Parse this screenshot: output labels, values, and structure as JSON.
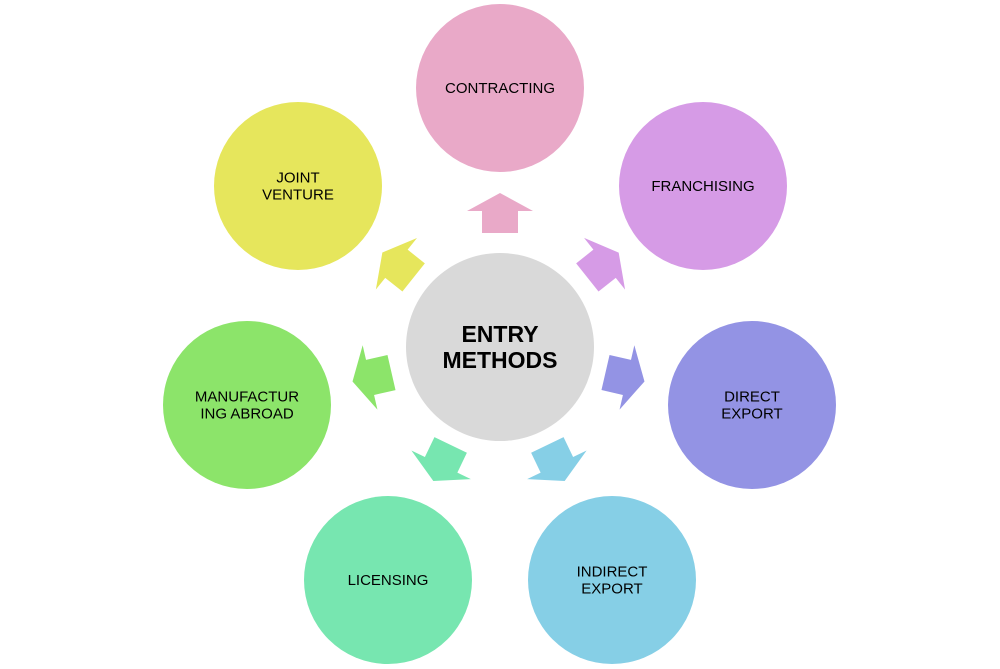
{
  "center": {
    "lines": [
      "ENTRY",
      "METHODS"
    ],
    "color": "#d9d9d9"
  },
  "nodes": [
    {
      "id": "contracting",
      "lines": [
        "CONTRACTING"
      ],
      "color": "#e9a9c8"
    },
    {
      "id": "franchising",
      "lines": [
        "FRANCHISING"
      ],
      "color": "#d69be6"
    },
    {
      "id": "direct-export",
      "lines": [
        "DIRECT",
        "EXPORT"
      ],
      "color": "#9393e4"
    },
    {
      "id": "indirect-export",
      "lines": [
        "INDIRECT",
        "EXPORT"
      ],
      "color": "#86cfe6"
    },
    {
      "id": "licensing",
      "lines": [
        "LICENSING"
      ],
      "color": "#77e6b0"
    },
    {
      "id": "manufacturing-abroad",
      "lines": [
        "MANUFACTUR",
        "ING ABROAD"
      ],
      "color": "#8ce46a"
    },
    {
      "id": "joint-venture",
      "lines": [
        "JOINT",
        "VENTURE"
      ],
      "color": "#e6e65c"
    }
  ]
}
